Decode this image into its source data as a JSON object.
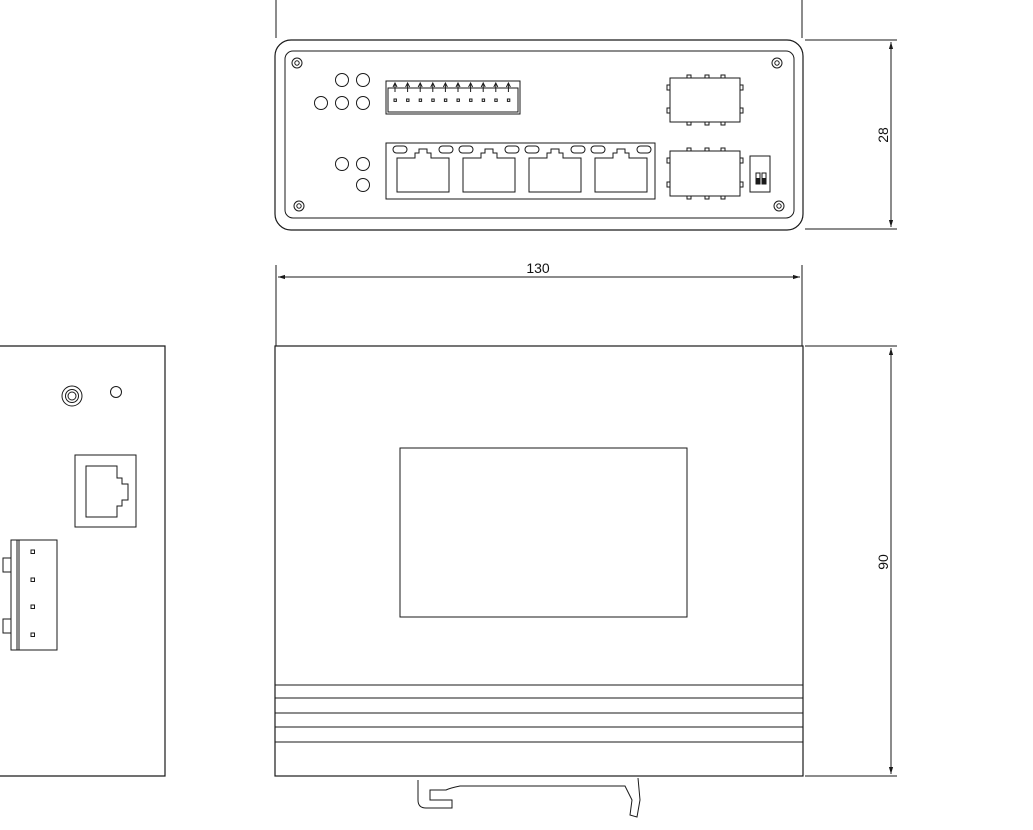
{
  "dimensions": {
    "width_label": "130",
    "height_label": "28",
    "depth_label": "90"
  },
  "colors": {
    "line": "#1a1a1a",
    "background": "#ffffff"
  }
}
